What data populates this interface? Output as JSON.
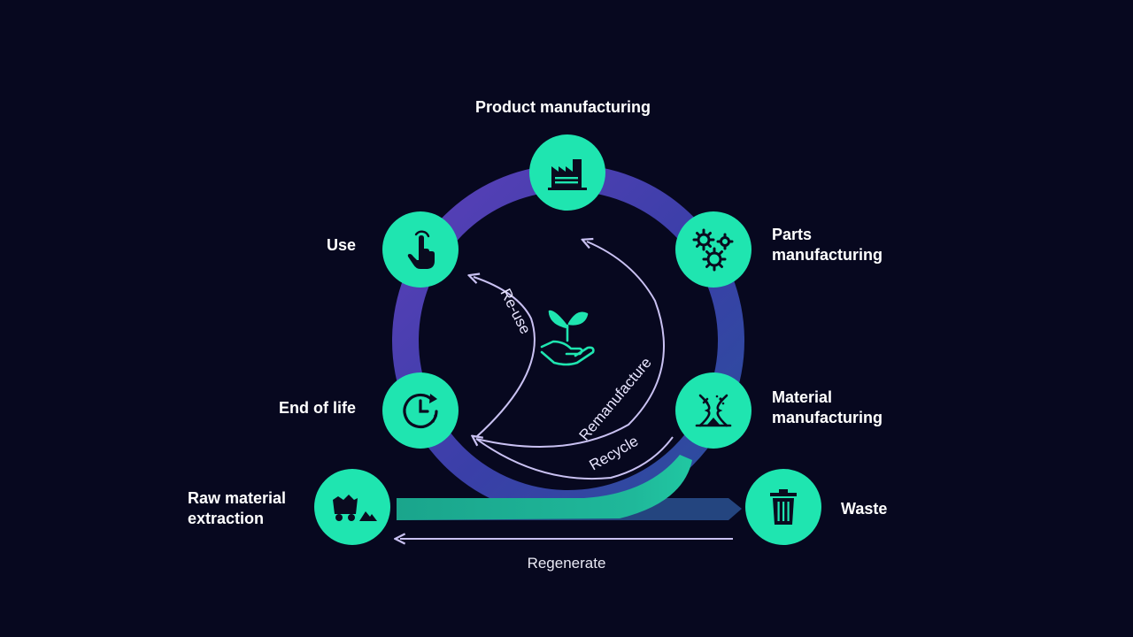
{
  "nodes": {
    "product": {
      "label": "Product manufacturing",
      "icon": "factory-icon"
    },
    "parts": {
      "label_line1": "Parts",
      "label_line2": "manufacturing",
      "icon": "gears-icon"
    },
    "material": {
      "label_line1": "Material",
      "label_line2": "manufacturing",
      "icon": "hourglass-icon"
    },
    "waste": {
      "label": "Waste",
      "icon": "trash-bin-icon"
    },
    "raw": {
      "label_line1": "Raw material",
      "label_line2": "extraction",
      "icon": "mining-cart-icon"
    },
    "end_of_life": {
      "label": "End of life",
      "icon": "clock-cycle-icon"
    },
    "use": {
      "label": "Use",
      "icon": "hand-pointer-icon"
    }
  },
  "flows": {
    "reuse": "Re-use",
    "remanufacture": "Remanufacture",
    "recycle": "Recycle",
    "regenerate": "Regenerate"
  },
  "center_icon": "plant-in-hand-icon",
  "colors": {
    "background": "#07081f",
    "node_fill": "#1fe5b0",
    "ring_purple": "#5a3fb8",
    "ring_blue": "#2a4f9c",
    "band_teal": "#1fb394",
    "arrow_light": "#c9c1f2"
  }
}
